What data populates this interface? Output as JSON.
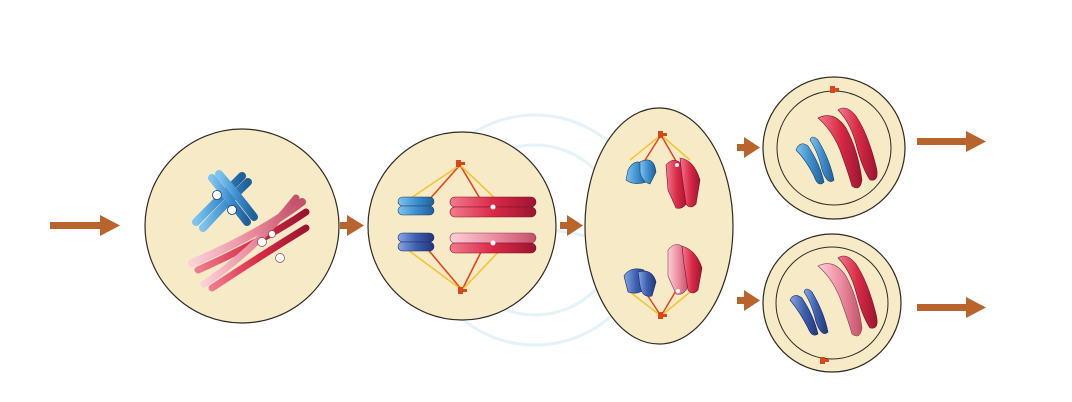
{
  "colors": {
    "cell_fill": "#f7ebc7",
    "cell_stroke": "#2e2a24",
    "arrow": "#b8642c",
    "spindle_red": "#e8421e",
    "spindle_yellow": "#f4c430",
    "blue_chromosome": "#3f8fcf",
    "dark_blue_chromosome": "#3d5fb0",
    "red_chromosome": "#d92a47",
    "pink_chromosome": "#ec8fa2",
    "watermark": "#e3f3f8"
  },
  "stages": [
    {
      "id": "prophase-i",
      "shape": "circle",
      "chromosomes": [
        "blue",
        "pink"
      ],
      "crossing_over": true
    },
    {
      "id": "metaphase-i",
      "shape": "circle",
      "chromosomes": [
        "blue",
        "red",
        "dark-blue",
        "pink"
      ],
      "spindle": true
    },
    {
      "id": "anaphase-i",
      "shape": "ellipse",
      "chromosomes": [
        "blue",
        "red",
        "dark-blue",
        "pink"
      ],
      "spindle": true
    },
    {
      "id": "daughter-cell-top",
      "shape": "circle-with-nucleus",
      "chromosomes": [
        "blue",
        "red"
      ]
    },
    {
      "id": "daughter-cell-bottom",
      "shape": "circle-with-nucleus",
      "chromosomes": [
        "dark-blue",
        "pink"
      ]
    }
  ],
  "arrows": [
    "input",
    "to-metaphase",
    "to-anaphase",
    "to-daughter-top",
    "to-daughter-bottom",
    "output-top",
    "output-bottom"
  ]
}
